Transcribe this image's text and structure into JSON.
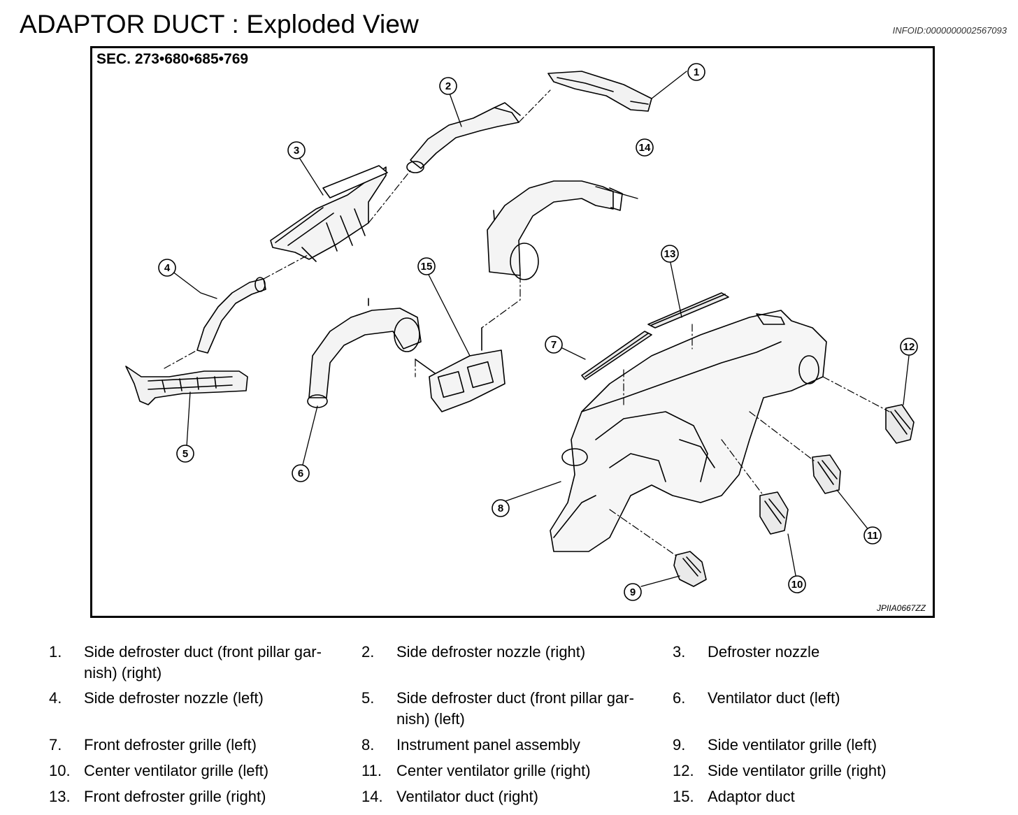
{
  "header": {
    "title": "ADAPTOR DUCT : Exploded View",
    "info_id": "INFOID:0000000002567093"
  },
  "figure": {
    "section": "SEC. 273•680•685•769",
    "code": "JPIIA0667ZZ",
    "callouts": [
      "1",
      "2",
      "3",
      "4",
      "5",
      "6",
      "7",
      "8",
      "9",
      "10",
      "11",
      "12",
      "13",
      "14",
      "15"
    ]
  },
  "legend": [
    {
      "num": "1.",
      "text": "Side defroster duct (front pillar gar-nish) (right)"
    },
    {
      "num": "2.",
      "text": "Side defroster nozzle (right)"
    },
    {
      "num": "3.",
      "text": "Defroster nozzle"
    },
    {
      "num": "4.",
      "text": "Side defroster nozzle (left)"
    },
    {
      "num": "5.",
      "text": "Side defroster duct (front pillar gar-nish) (left)"
    },
    {
      "num": "6.",
      "text": "Ventilator duct (left)"
    },
    {
      "num": "7.",
      "text": "Front defroster grille (left)"
    },
    {
      "num": "8.",
      "text": "Instrument panel assembly"
    },
    {
      "num": "9.",
      "text": "Side ventilator grille (left)"
    },
    {
      "num": "10.",
      "text": "Center ventilator grille (left)"
    },
    {
      "num": "11.",
      "text": "Center ventilator grille (right)"
    },
    {
      "num": "12.",
      "text": "Side ventilator grille (right)"
    },
    {
      "num": "13.",
      "text": "Front defroster grille (right)"
    },
    {
      "num": "14.",
      "text": "Ventilator duct (right)"
    },
    {
      "num": "15.",
      "text": "Adaptor duct"
    }
  ]
}
